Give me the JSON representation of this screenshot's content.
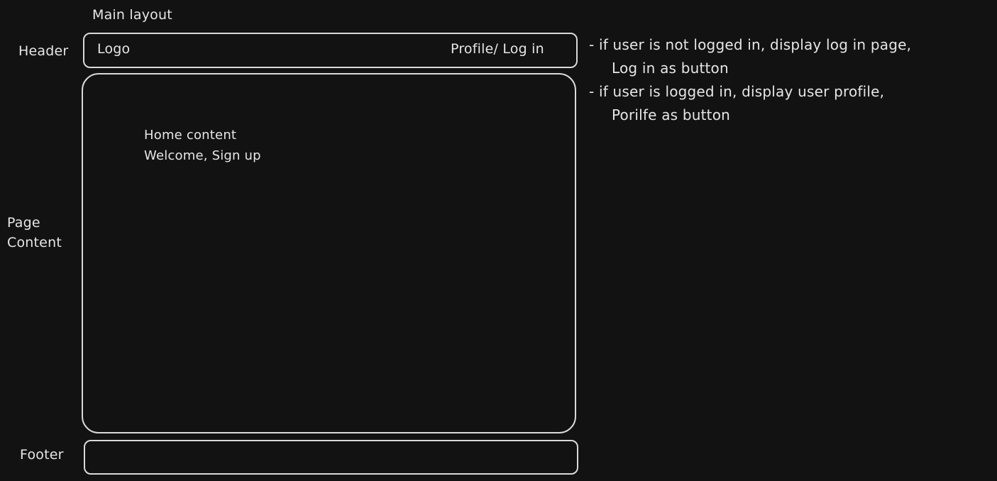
{
  "title": "Main layout",
  "header": {
    "label": "Header",
    "logo": "Logo",
    "profile_login": "Profile/ Log in"
  },
  "page_content": {
    "label_line1": "Page",
    "label_line2": "Content",
    "home_line1": "Home content",
    "home_line2": "Welcome, Sign up"
  },
  "footer": {
    "label": "Footer"
  },
  "notes": [
    {
      "line1": "- if user is not logged in, display log in page,",
      "line2": "Log in as button"
    },
    {
      "line1": "- if user is logged in, display user profile,",
      "line2": "Porilfe as button"
    }
  ]
}
